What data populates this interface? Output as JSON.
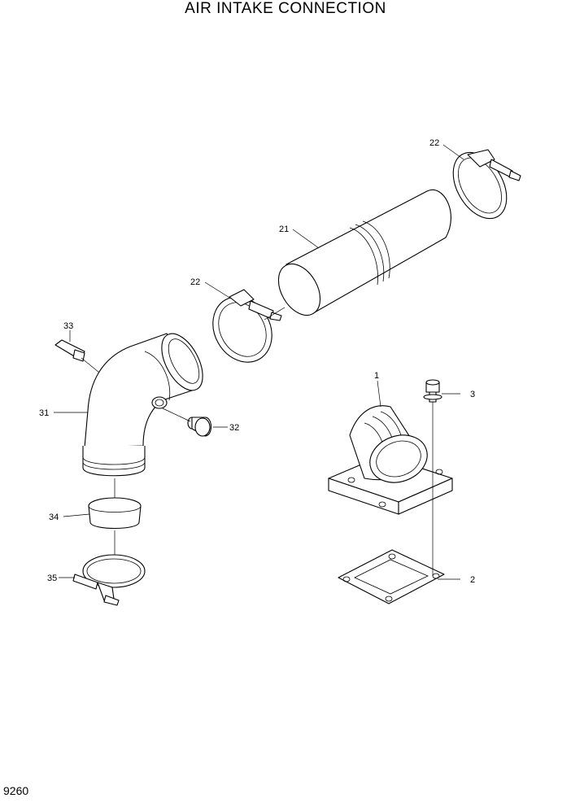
{
  "title": "AIR INTAKE CONNECTION",
  "page_number": "9260",
  "callouts": {
    "c1": "1",
    "c2": "2",
    "c3": "3",
    "c21": "21",
    "c22a": "22",
    "c22b": "22",
    "c31": "31",
    "c32": "32",
    "c33": "33",
    "c34": "34",
    "c35": "35"
  }
}
